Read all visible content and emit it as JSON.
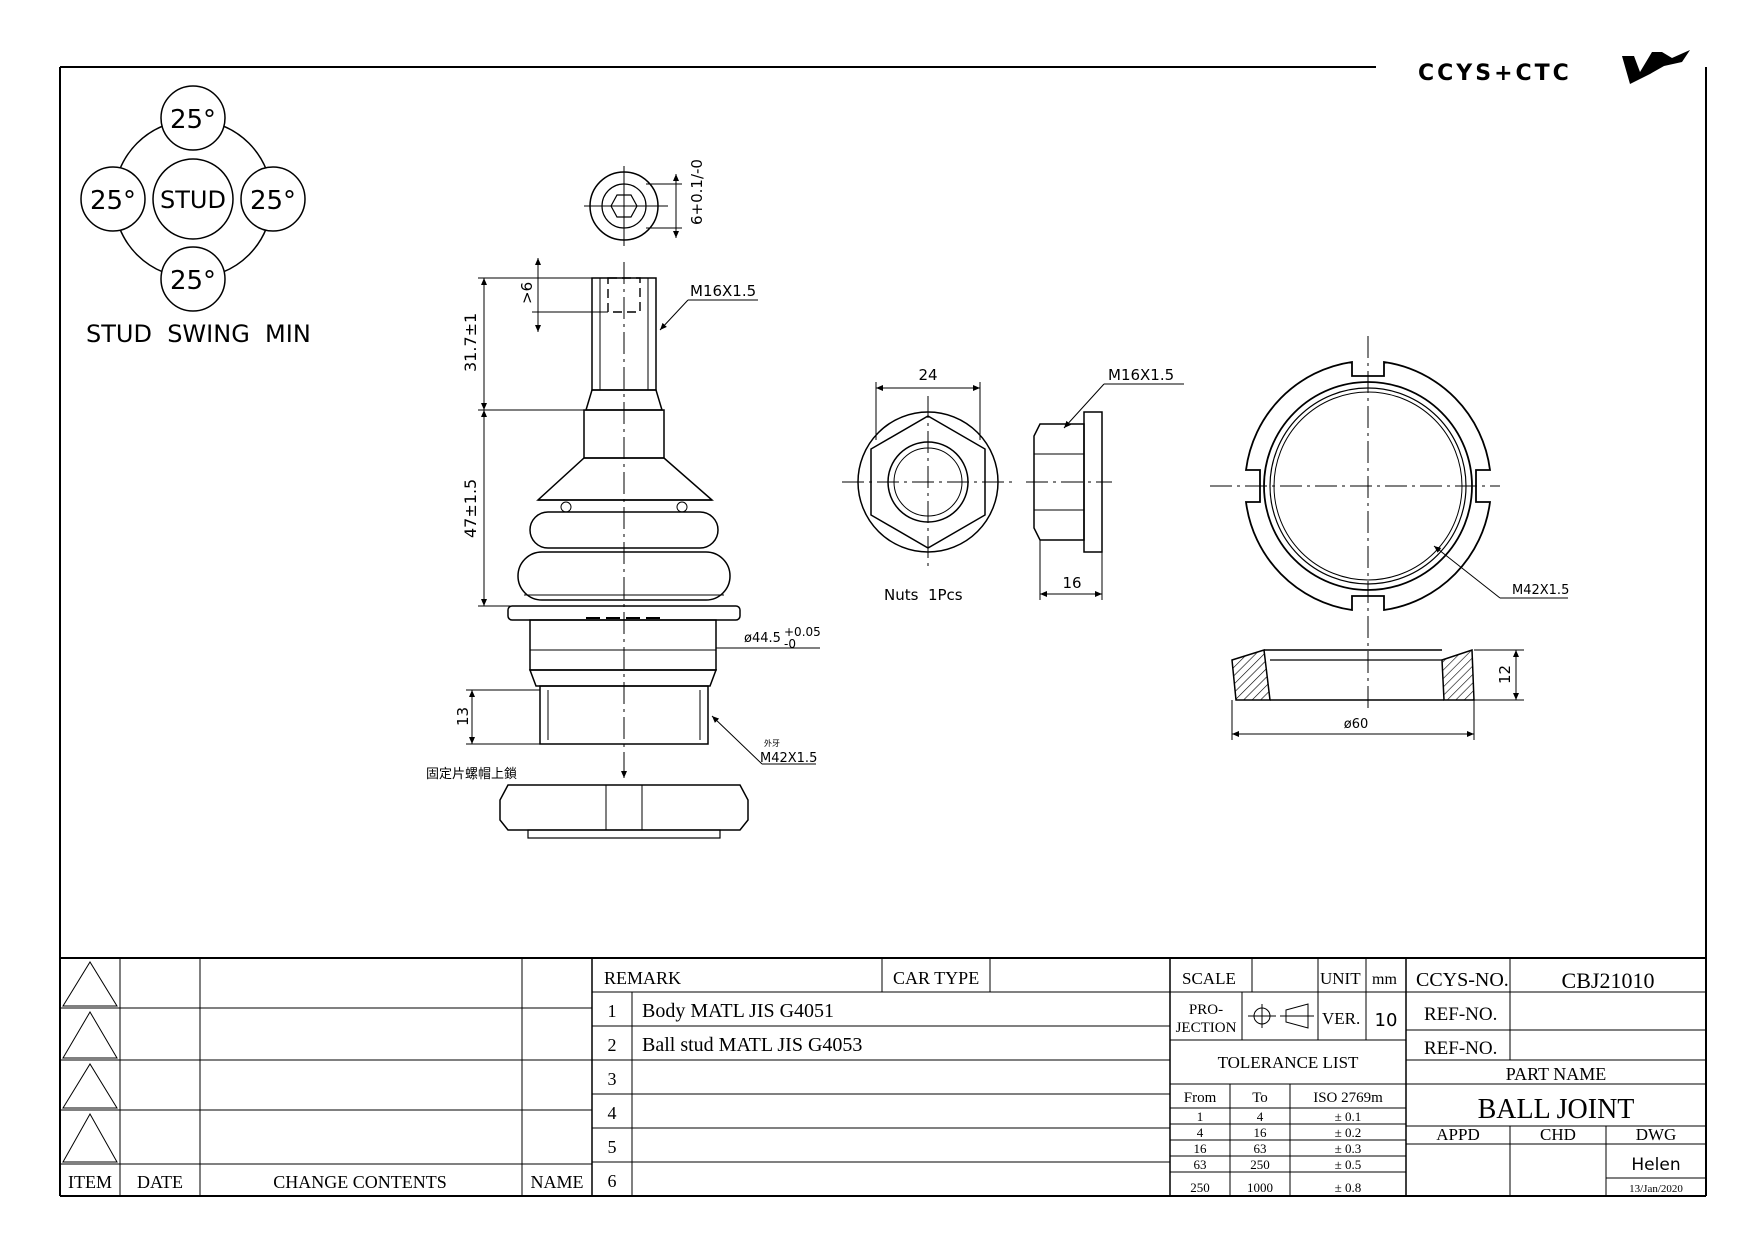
{
  "brand": {
    "logo_text": "CCYS+CTC"
  },
  "swing": {
    "top": "25°",
    "left": "25°",
    "right": "25°",
    "bottom": "25°",
    "center": "STUD",
    "caption": "STUD  SWING  MIN"
  },
  "dims": {
    "hole_tol": "6+0.1/-0",
    "gt6": ">6",
    "stud_thread": "M16X1.5",
    "len_top": "31.7±1",
    "len_mid": "47±1.5",
    "len_bot": "13",
    "diameter": "ø44.5",
    "diameter_tol_plus": "+0.05",
    "diameter_tol_minus": "-0",
    "body_thread_note": "外牙",
    "body_thread": "M42X1.5",
    "lock_note": "固定片螺帽上鎖",
    "nut_width": "24",
    "nut_thread": "M16X1.5",
    "nut_thick": "16",
    "nut_caption": "Nuts  1Pcs",
    "ring_thread": "M42X1.5",
    "ring_thick": "12",
    "ring_dia": "ø60"
  },
  "revisions": {
    "headers": {
      "item": "ITEM",
      "date": "DATE",
      "contents": "CHANGE CONTENTS",
      "name": "NAME"
    }
  },
  "remarks": {
    "header": "REMARK",
    "car_type": "CAR TYPE",
    "rows": [
      {
        "n": "1",
        "text": "Body MATL JIS G4051"
      },
      {
        "n": "2",
        "text": "Ball stud MATL JIS G4053"
      },
      {
        "n": "3",
        "text": ""
      },
      {
        "n": "4",
        "text": ""
      },
      {
        "n": "5",
        "text": ""
      },
      {
        "n": "6",
        "text": ""
      }
    ]
  },
  "specs": {
    "scale_label": "SCALE",
    "unit_label": "UNIT",
    "unit_value": "mm",
    "projection_label_1": "PRO-",
    "projection_label_2": "JECTION",
    "ver_label": "VER.",
    "ver_value": "10",
    "tolerance_title": "TOLERANCE LIST",
    "tol_headers": [
      "From",
      "To",
      "ISO 2769m"
    ],
    "tol_rows": [
      [
        "1",
        "4",
        "± 0.1"
      ],
      [
        "4",
        "16",
        "± 0.2"
      ],
      [
        "16",
        "63",
        "± 0.3"
      ],
      [
        "63",
        "250",
        "± 0.5"
      ],
      [
        "250",
        "1000",
        "± 0.8"
      ]
    ]
  },
  "title_block": {
    "ccys_label": "CCYS-NO.",
    "ccys_value": "CBJ21010",
    "ref_label_1": "REF-NO.",
    "ref_label_2": "REF-NO.",
    "part_name_label": "PART NAME",
    "part_name": "BALL JOINT",
    "appd": "APPD",
    "chd": "CHD",
    "dwg": "DWG",
    "drawer": "Helen",
    "date": "13/Jan/2020"
  }
}
